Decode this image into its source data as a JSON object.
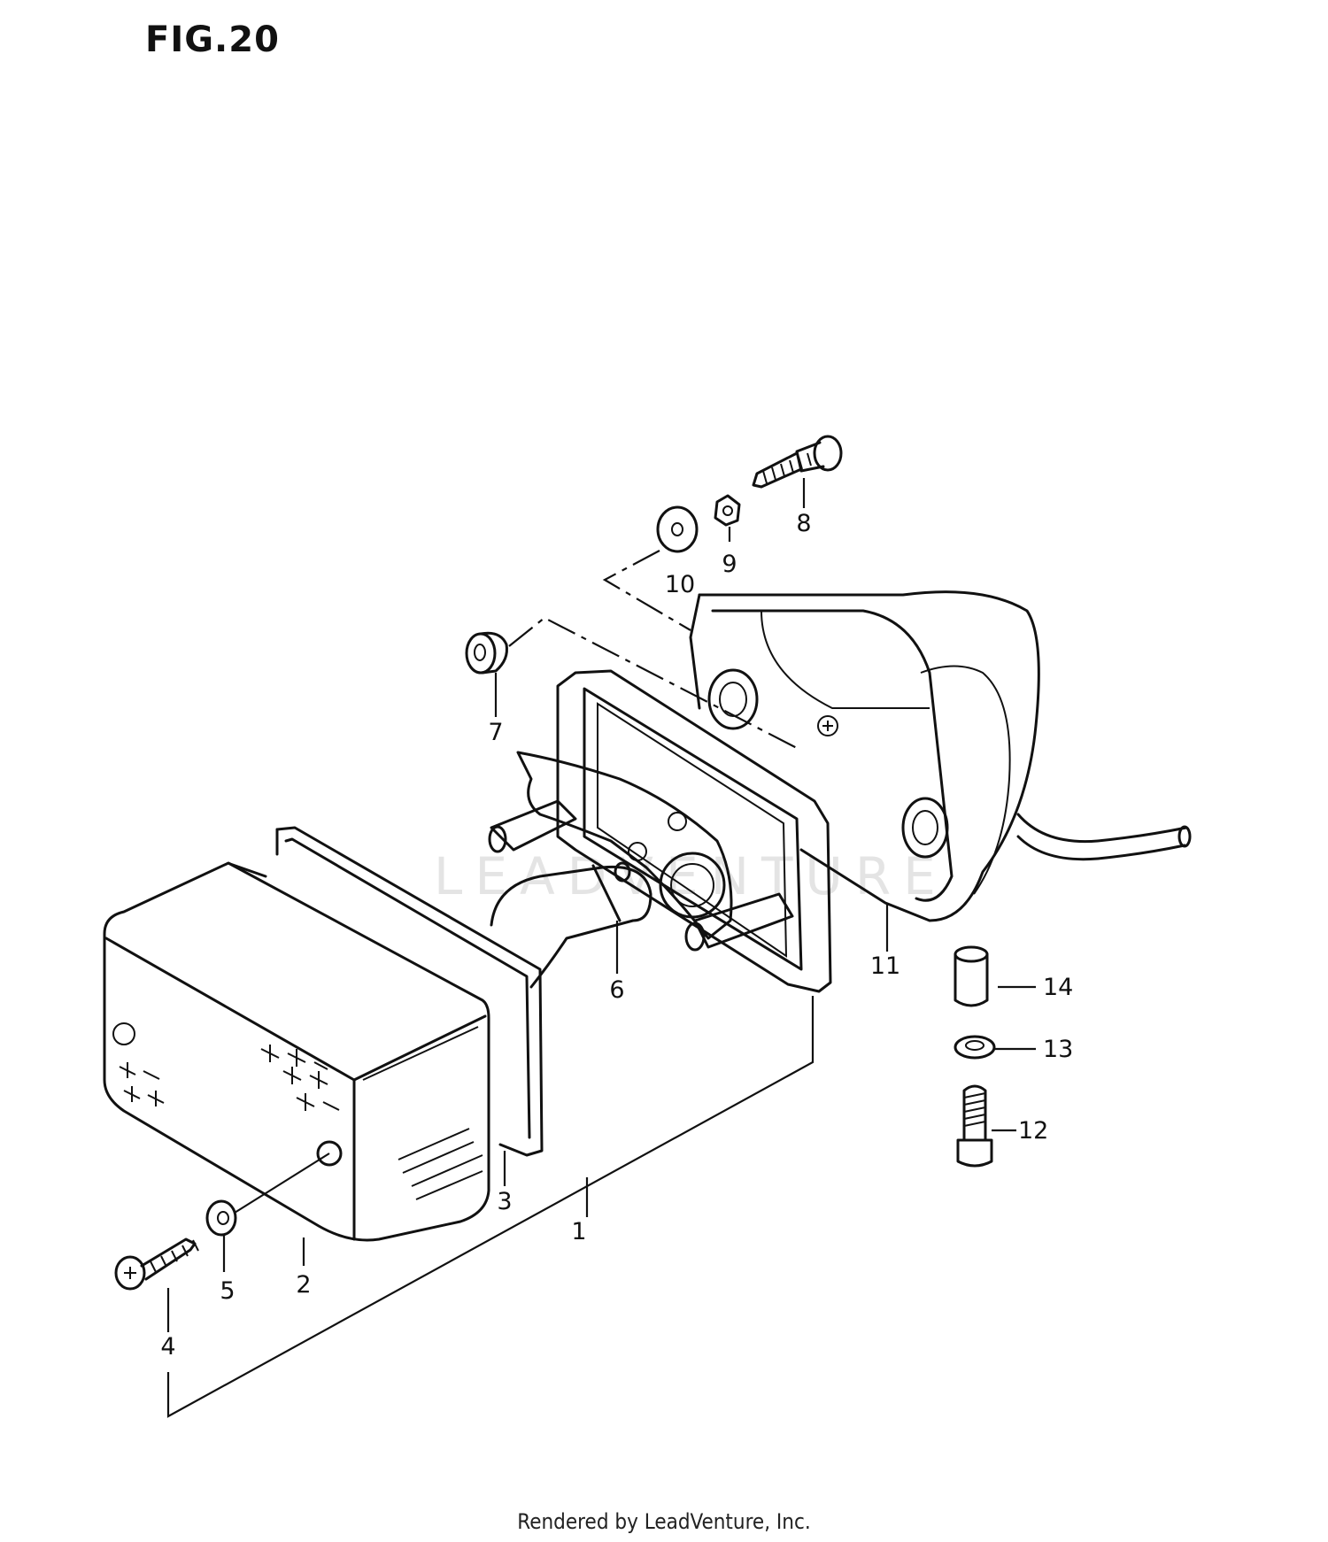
{
  "figure": {
    "title": "FIG.20",
    "footer": "Rendered by LeadVenture, Inc.",
    "watermark": "LEADVENTURE",
    "line_color": "#111111",
    "background": "#ffffff"
  },
  "callouts": [
    {
      "id": "1",
      "label": "1"
    },
    {
      "id": "2",
      "label": "2"
    },
    {
      "id": "3",
      "label": "3"
    },
    {
      "id": "4",
      "label": "4"
    },
    {
      "id": "5",
      "label": "5"
    },
    {
      "id": "6",
      "label": "6"
    },
    {
      "id": "7",
      "label": "7"
    },
    {
      "id": "8",
      "label": "8"
    },
    {
      "id": "9",
      "label": "9"
    },
    {
      "id": "10",
      "label": "10"
    },
    {
      "id": "11",
      "label": "11"
    },
    {
      "id": "12",
      "label": "12"
    },
    {
      "id": "13",
      "label": "13"
    },
    {
      "id": "14",
      "label": "14"
    }
  ]
}
